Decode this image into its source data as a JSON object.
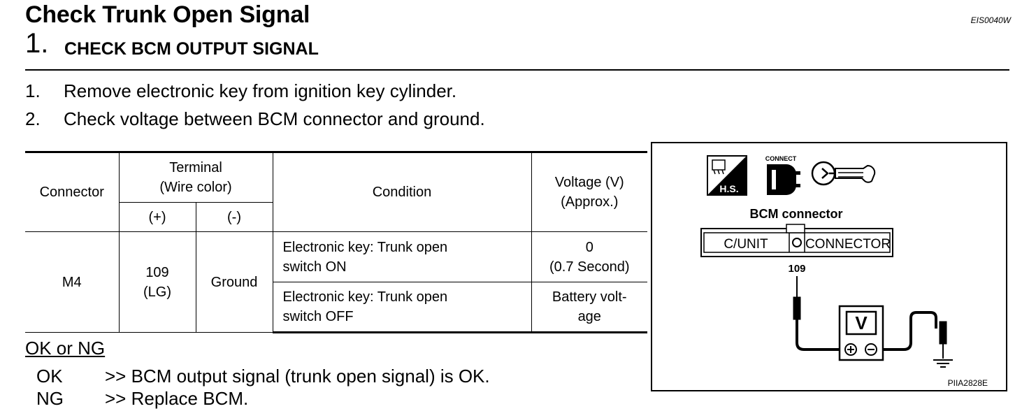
{
  "header": {
    "title": "Check Trunk Open Signal",
    "doc_code": "EIS0040W",
    "step_number": "1.",
    "step_title": "CHECK BCM OUTPUT SIGNAL"
  },
  "instructions": [
    {
      "num": "1.",
      "text": "Remove electronic key from ignition key cylinder."
    },
    {
      "num": "2.",
      "text": "Check voltage between BCM connector and ground."
    }
  ],
  "table": {
    "h_connector": "Connector",
    "h_terminal_1": "Terminal",
    "h_terminal_2": "(Wire color)",
    "h_plus": "(+)",
    "h_minus": "(-)",
    "h_condition": "Condition",
    "h_voltage_1": "Voltage (V)",
    "h_voltage_2": "(Approx.)",
    "connector": "M4",
    "plus_1": "109",
    "plus_2": "(LG)",
    "minus": "Ground",
    "rows": [
      {
        "cond_1": "Electronic key: Trunk open",
        "cond_2": "switch ON",
        "volt_1": "0",
        "volt_2": "(0.7 Second)"
      },
      {
        "cond_1": "Electronic key: Trunk open",
        "cond_2": "switch OFF",
        "volt_1": "Battery volt-",
        "volt_2": "age"
      }
    ]
  },
  "result": {
    "heading": "OK or NG",
    "ok_key": "OK",
    "ok_text": ">> BCM output signal (trunk open signal) is OK.",
    "ng_key": "NG",
    "ng_text": ">> Replace BCM."
  },
  "figure": {
    "hs_label": "H.S.",
    "connect_label": "CONNECT",
    "connector_label": "BCM connector",
    "cunit": "C/UNIT",
    "connector_text": "CONNECTOR",
    "terminal": "109",
    "meter": "V",
    "figure_code": "PIIA2828E",
    "icons": [
      "hs-icon",
      "connect-icon",
      "key-icon",
      "voltmeter-icon",
      "ground-icon"
    ]
  }
}
